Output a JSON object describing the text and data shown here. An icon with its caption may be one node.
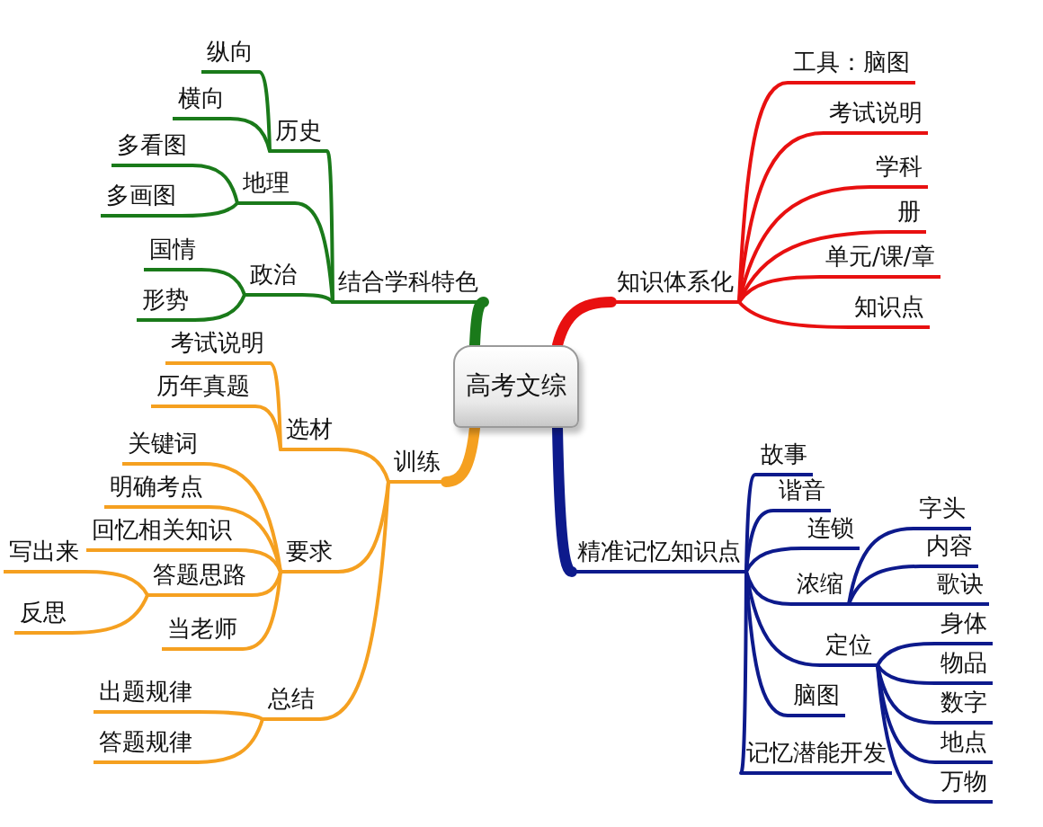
{
  "diagram": {
    "nodes": [
      {
        "text": [
          "高考文综"
        ]
      },
      {
        "text": [
          "结合学科特色"
        ]
      },
      {
        "text": [
          "历史"
        ]
      },
      {
        "text": [
          "纵向"
        ]
      },
      {
        "text": [
          "横向"
        ]
      },
      {
        "text": [
          "地理"
        ]
      },
      {
        "text": [
          "多看图"
        ]
      },
      {
        "text": [
          "多画图"
        ]
      },
      {
        "text": [
          "政治"
        ]
      },
      {
        "text": [
          "国情"
        ]
      },
      {
        "text": [
          "形势"
        ]
      },
      {
        "text": [
          "知识体系化"
        ]
      },
      {
        "text": [
          "工具：脑图"
        ]
      },
      {
        "text": [
          "考试说明"
        ]
      },
      {
        "text": [
          "学科"
        ]
      },
      {
        "text": [
          "册"
        ]
      },
      {
        "text": [
          "单元/课/章"
        ]
      },
      {
        "text": [
          "知识点"
        ]
      },
      {
        "text": [
          "训练"
        ]
      },
      {
        "text": [
          "选材"
        ]
      },
      {
        "text": [
          "考试说明"
        ]
      },
      {
        "text": [
          "历年真题"
        ]
      },
      {
        "text": [
          "要求"
        ]
      },
      {
        "text": [
          "关键词"
        ]
      },
      {
        "text": [
          "明确考点"
        ]
      },
      {
        "text": [
          "回忆相关知识"
        ]
      },
      {
        "text": [
          "答题思路"
        ]
      },
      {
        "text": [
          "写出来"
        ]
      },
      {
        "text": [
          "反思"
        ]
      },
      {
        "text": [
          "当老师"
        ]
      },
      {
        "text": [
          "总结"
        ]
      },
      {
        "text": [
          "出题规律"
        ]
      },
      {
        "text": [
          "答题规律"
        ]
      },
      {
        "text": [
          "精准记忆知识点"
        ]
      },
      {
        "text": [
          "故事"
        ]
      },
      {
        "text": [
          "谐音"
        ]
      },
      {
        "text": [
          "连锁"
        ]
      },
      {
        "text": [
          "浓缩"
        ]
      },
      {
        "text": [
          "字头"
        ]
      },
      {
        "text": [
          "内容"
        ]
      },
      {
        "text": [
          "歌诀"
        ]
      },
      {
        "text": [
          "定位"
        ]
      },
      {
        "text": [
          "身体"
        ]
      },
      {
        "text": [
          "物品"
        ]
      },
      {
        "text": [
          "数字"
        ]
      },
      {
        "text": [
          "地点"
        ]
      },
      {
        "text": [
          "万物"
        ]
      },
      {
        "text": [
          "脑图"
        ]
      },
      {
        "text": [
          "记忆潜能开发"
        ]
      }
    ],
    "edges": [
      {
        "from": 0,
        "to": 1,
        "arrow": "none",
        "style": "thick",
        "color": "#1a7a1a"
      },
      {
        "from": 1,
        "to": 2,
        "arrow": "none",
        "color": "#1a7a1a"
      },
      {
        "from": 2,
        "to": 3,
        "arrow": "none",
        "color": "#1a7a1a"
      },
      {
        "from": 2,
        "to": 4,
        "arrow": "none",
        "color": "#1a7a1a"
      },
      {
        "from": 1,
        "to": 5,
        "arrow": "none",
        "color": "#1a7a1a"
      },
      {
        "from": 5,
        "to": 6,
        "arrow": "none",
        "color": "#1a7a1a"
      },
      {
        "from": 5,
        "to": 7,
        "arrow": "none",
        "color": "#1a7a1a"
      },
      {
        "from": 1,
        "to": 8,
        "arrow": "none",
        "color": "#1a7a1a"
      },
      {
        "from": 8,
        "to": 9,
        "arrow": "none",
        "color": "#1a7a1a"
      },
      {
        "from": 8,
        "to": 10,
        "arrow": "none",
        "color": "#1a7a1a"
      },
      {
        "from": 0,
        "to": 11,
        "arrow": "none",
        "style": "thick",
        "color": "#e81010"
      },
      {
        "from": 11,
        "to": 12,
        "arrow": "none",
        "color": "#e81010"
      },
      {
        "from": 11,
        "to": 13,
        "arrow": "none",
        "color": "#e81010"
      },
      {
        "from": 11,
        "to": 14,
        "arrow": "none",
        "color": "#e81010"
      },
      {
        "from": 11,
        "to": 15,
        "arrow": "none",
        "color": "#e81010"
      },
      {
        "from": 11,
        "to": 16,
        "arrow": "none",
        "color": "#e81010"
      },
      {
        "from": 11,
        "to": 17,
        "arrow": "none",
        "color": "#e81010"
      },
      {
        "from": 0,
        "to": 18,
        "arrow": "none",
        "style": "thick",
        "color": "#f5a020"
      },
      {
        "from": 18,
        "to": 19,
        "arrow": "none",
        "color": "#f5a020"
      },
      {
        "from": 19,
        "to": 20,
        "arrow": "none",
        "color": "#f5a020"
      },
      {
        "from": 19,
        "to": 21,
        "arrow": "none",
        "color": "#f5a020"
      },
      {
        "from": 18,
        "to": 22,
        "arrow": "none",
        "color": "#f5a020"
      },
      {
        "from": 22,
        "to": 23,
        "arrow": "none",
        "color": "#f5a020"
      },
      {
        "from": 22,
        "to": 24,
        "arrow": "none",
        "color": "#f5a020"
      },
      {
        "from": 22,
        "to": 25,
        "arrow": "none",
        "color": "#f5a020"
      },
      {
        "from": 22,
        "to": 26,
        "arrow": "none",
        "color": "#f5a020"
      },
      {
        "from": 26,
        "to": 27,
        "arrow": "none",
        "color": "#f5a020"
      },
      {
        "from": 26,
        "to": 28,
        "arrow": "none",
        "color": "#f5a020"
      },
      {
        "from": 22,
        "to": 29,
        "arrow": "none",
        "color": "#f5a020"
      },
      {
        "from": 18,
        "to": 30,
        "arrow": "none",
        "color": "#f5a020"
      },
      {
        "from": 30,
        "to": 31,
        "arrow": "none",
        "color": "#f5a020"
      },
      {
        "from": 30,
        "to": 32,
        "arrow": "none",
        "color": "#f5a020"
      },
      {
        "from": 0,
        "to": 33,
        "arrow": "none",
        "style": "thick"
      },
      {
        "from": 33,
        "to": 34,
        "arrow": "none"
      },
      {
        "from": 33,
        "to": 35,
        "arrow": "none"
      },
      {
        "from": 33,
        "to": 36,
        "arrow": "none"
      },
      {
        "from": 33,
        "to": 37,
        "arrow": "none"
      },
      {
        "from": 37,
        "to": 38,
        "arrow": "none"
      },
      {
        "from": 37,
        "to": 39,
        "arrow": "none"
      },
      {
        "from": 37,
        "to": 40,
        "arrow": "none"
      },
      {
        "from": 33,
        "to": 41,
        "arrow": "none"
      },
      {
        "from": 41,
        "to": 42,
        "arrow": "none"
      },
      {
        "from": 41,
        "to": 43,
        "arrow": "none"
      },
      {
        "from": 41,
        "to": 44,
        "arrow": "none"
      },
      {
        "from": 41,
        "to": 45,
        "arrow": "none"
      },
      {
        "from": 41,
        "to": 46,
        "arrow": "none"
      },
      {
        "from": 33,
        "to": 47,
        "arrow": "none"
      },
      {
        "from": 33,
        "to": 48,
        "arrow": "none"
      }
    ]
  }
}
